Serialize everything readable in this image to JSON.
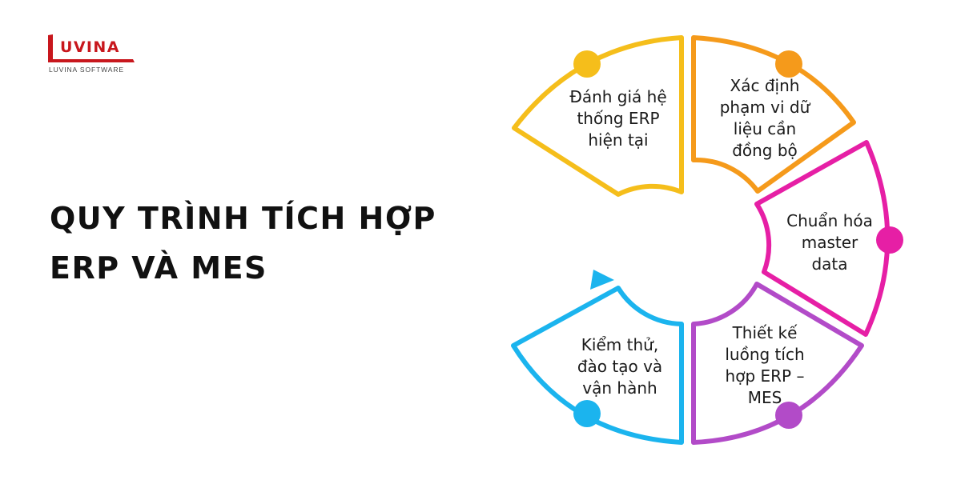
{
  "logo": {
    "wordmark": "UVINA",
    "tagline": "LUVINA SOFTWARE"
  },
  "title": {
    "line1": "QUY TRÌNH TÍCH HỢP",
    "line2": "ERP VÀ MES"
  },
  "steps": [
    {
      "color": "#f5be1b",
      "lines": [
        "Đánh giá hệ",
        "thống ERP",
        "hiện tại"
      ]
    },
    {
      "color": "#f59a1b",
      "lines": [
        "Xác định",
        "phạm vi dữ",
        "liệu cần",
        "đồng bộ"
      ]
    },
    {
      "color": "#e61fa5",
      "lines": [
        "Chuẩn hóa",
        "master",
        "data"
      ]
    },
    {
      "color": "#b24bc8",
      "lines": [
        "Thiết kế",
        "luồng tích",
        "hợp ERP –",
        "MES"
      ]
    },
    {
      "color": "#1bb4ee",
      "lines": [
        "Kiểm thử,",
        "đào tạo và",
        "vận hành"
      ]
    }
  ]
}
